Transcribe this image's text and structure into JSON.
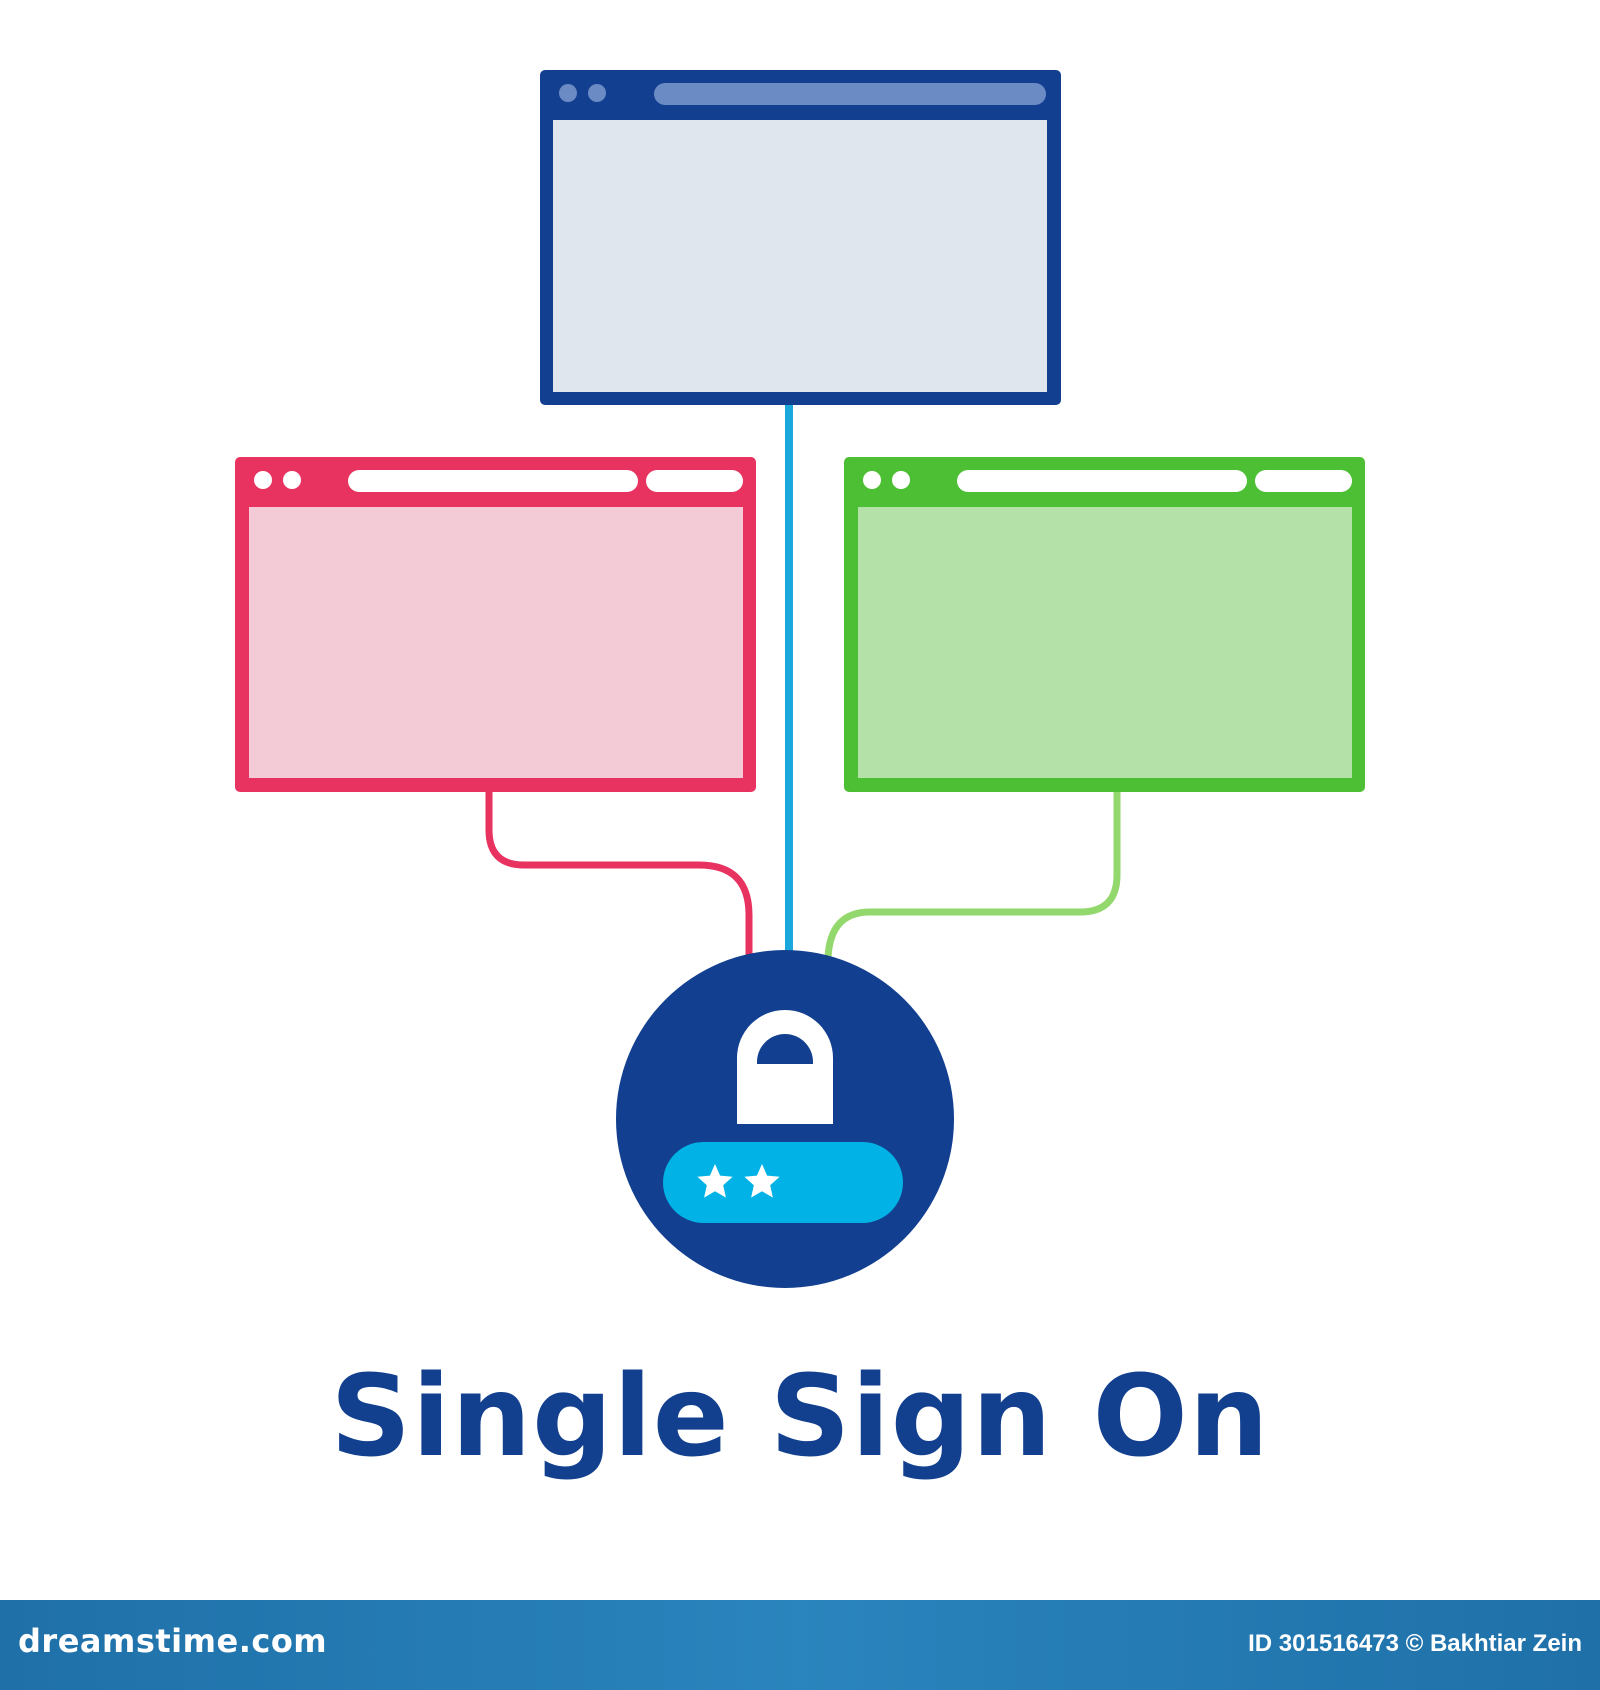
{
  "title": "Single Sign On",
  "footer": {
    "site": "dreamstime.com",
    "credit": "ID 301516473 © Bakhtiar Zein"
  },
  "watermark": "dreamstime",
  "colors": {
    "blue": "#123f8f",
    "blue_fill": "#dfe6ee",
    "blue_bar": "#6b8bc4",
    "red": "#e8325f",
    "red_fill": "#f2cbd7",
    "green": "#4cbf34",
    "green_fill": "#b4e1a8",
    "line_center": "#1aa7dc",
    "line_red": "#e8325f",
    "line_green": "#92d86c",
    "lock_circle": "#123f8f",
    "password_bar": "#00b2e5",
    "title": "#12408f",
    "footer": "#2278b2"
  },
  "icons": [
    "browser-window-icon",
    "lock-icon",
    "password-field-icon",
    "star-icon"
  ]
}
